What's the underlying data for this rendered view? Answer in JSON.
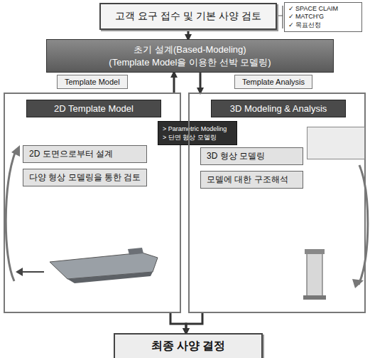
{
  "diagram": {
    "nodes": [
      {
        "text": [
          "고객 요구 접수 및 기본 사양 검토"
        ]
      },
      {
        "text": [
          "✓ SPACE CLAIM",
          "✓ MATCH'G",
          "✓ 목표선정"
        ]
      },
      {
        "text": [
          "초기 설계(Based-Modeling)",
          "(Template Model을 이용한 선박 모델링)"
        ]
      },
      {
        "text": [
          "2D Template Model"
        ]
      },
      {
        "text": [
          "2D 도면으로부터 설계"
        ],
        "in": 3
      },
      {
        "text": [
          "다양 형상 모델링을 통한 검토"
        ],
        "in": 3
      },
      {
        "text": [
          "> Parametric Modeling",
          "> 단면 형상 모델링"
        ]
      },
      {
        "text": [
          "3D Modeling & Analysis"
        ]
      },
      {
        "text": [
          "3D 형상 모델링"
        ],
        "in": 7
      },
      {
        "text": [
          "모델에 대한 구조해석"
        ],
        "in": 7
      },
      {
        "text": [
          "최종 사양 결정"
        ]
      }
    ],
    "edges": [
      {
        "from": 0,
        "to": 2,
        "arrow": "to"
      },
      {
        "from": 3,
        "to": 2,
        "arrow": "to"
      },
      {
        "from": 2,
        "to": 7,
        "arrow": "to"
      },
      {
        "from": 3,
        "to": 10,
        "arrow": "to"
      },
      {
        "from": 7,
        "to": 10,
        "arrow": "to"
      }
    ],
    "labels": [
      "Template Model",
      "Template Analysis"
    ]
  }
}
